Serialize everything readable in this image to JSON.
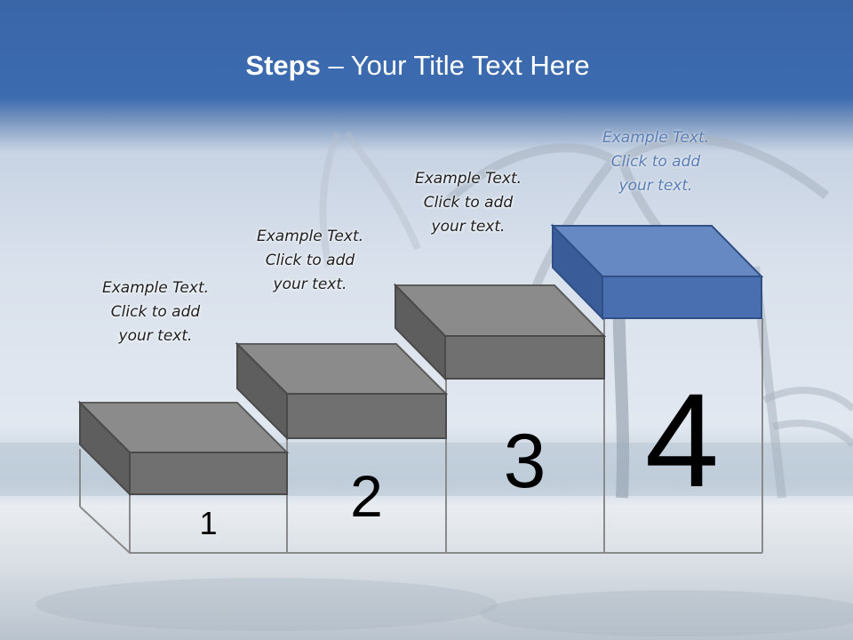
{
  "title": {
    "bold": "Steps",
    "rest": " – Your Title Text Here"
  },
  "steps": [
    {
      "number": "1",
      "line1": "Example Text.",
      "line2": "Click  to add",
      "line3": "your text."
    },
    {
      "number": "2",
      "line1": "Example Text.",
      "line2": "Click  to add",
      "line3": "your text."
    },
    {
      "number": "3",
      "line1": "Example Text.",
      "line2": "Click  to add",
      "line3": "your text."
    },
    {
      "number": "4",
      "line1": "Example Text.",
      "line2": "Click  to add",
      "line3": "your text."
    }
  ],
  "colors": {
    "gray_top": "#8a8a8a",
    "gray_front": "#6e6e6e",
    "gray_side": "#5a5a5a",
    "blue_top": "#6689c3",
    "blue_front": "#4a6fb0",
    "blue_side": "#3a5c98",
    "title_bar": "#3c6bb0"
  }
}
